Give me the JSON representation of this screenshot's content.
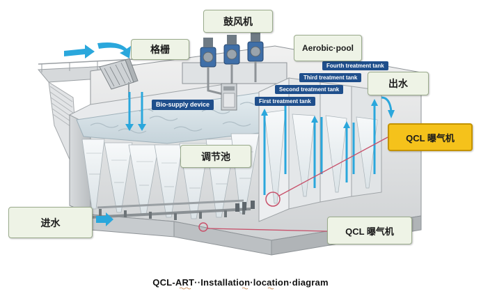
{
  "labels": {
    "blower": "鼓风机",
    "screen": "格栅",
    "aerobic_pool": "Aerobic·pool",
    "outlet": "出水",
    "inlet": "进水",
    "regulating_tank": "调节池",
    "qcl_aerator_top": "QCL 曝气机",
    "qcl_aerator_bottom": "QCL 曝气机"
  },
  "tank_tags": {
    "bio_supply": "Bio-supply device",
    "first": "First treatment tank",
    "second": "Second treatment tank",
    "third": "Third treatment tank",
    "fourth": "Fourth treatment tank"
  },
  "caption": "QCL-ART··Installation·location·diagram",
  "colors": {
    "accent_highlight": "#f5c21b",
    "label_bg": "#eef3e6",
    "tag_bg": "#1f4f8c",
    "flow_arrow": "#2aa7dc",
    "callout_ring": "#c8506a"
  }
}
